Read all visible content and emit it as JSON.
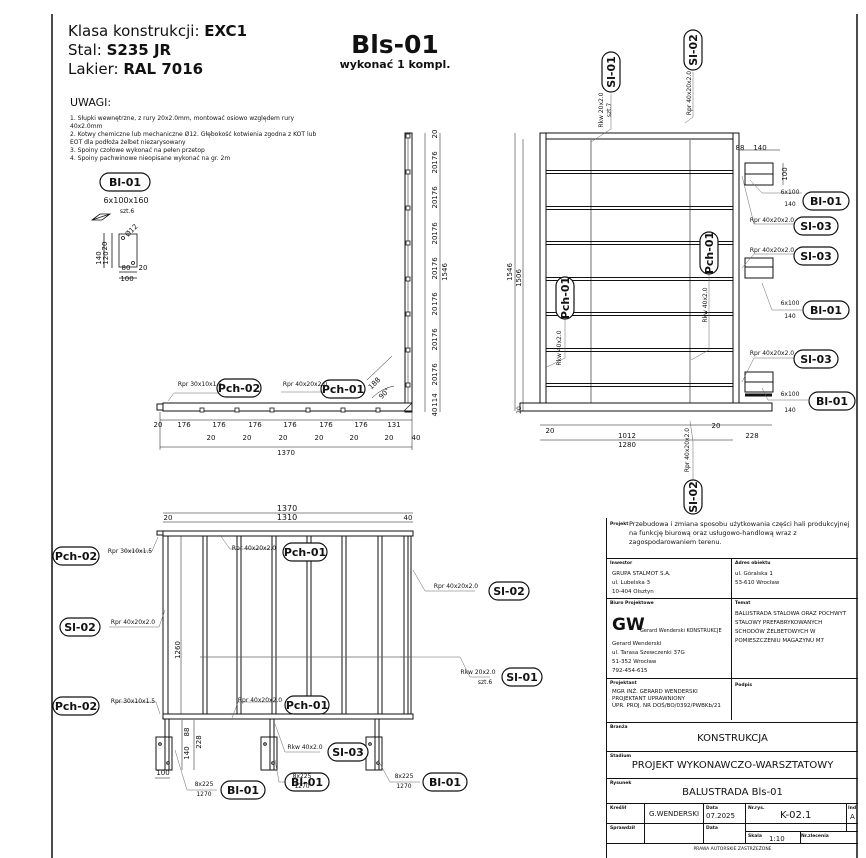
{
  "header": {
    "class_label": "Klasa konstrukcji:",
    "class_value": "EXC1",
    "steel_label": "Stal:",
    "steel_value": "S235 JR",
    "paint_label": "Lakier:",
    "paint_value": "RAL 7016",
    "title": "Bls-01",
    "subtitle": "wykonać 1 kompl."
  },
  "notes": {
    "title": "UWAGI:",
    "items": [
      "1. Słupki wewnętrzne, z rury 20x2.0mm, montować osiowo względem rury 40x2.0mm",
      "2. Kotwy chemiczne lub mechaniczne Ø12. Głębokość kotwienia zgodna z KOT lub EOT dla podłoża żelbet niezarysowany",
      "3. Spoiny czołowe wykonać na pełen przetop",
      "4. Spoiny pachwinowe nieopisane wykonać na gr. 2m"
    ]
  },
  "plate_detail": {
    "tag": "Bl-01",
    "spec": "6x100x160",
    "qty": "szt.6",
    "dims": {
      "top": "20",
      "height": "140",
      "hole_offset": "120",
      "hole": "Ø12",
      "width_a": "80",
      "width_b": "20",
      "width": "100"
    }
  },
  "side_view": {
    "tags": [
      "Pch-02",
      "Pch-01"
    ],
    "profiles": [
      "Rpr 30x10x1.5",
      "Rpr 40x20x2.0"
    ],
    "height_dims": [
      "20",
      "176",
      "20",
      "176",
      "20",
      "176",
      "20",
      "176",
      "20",
      "176",
      "20",
      "176",
      "20",
      "176",
      "20",
      "114",
      "40"
    ],
    "height_total": "1546",
    "length_dims": [
      "20",
      "176",
      "176",
      "176",
      "176",
      "176",
      "176",
      "131"
    ],
    "gap_dims": [
      "20",
      "20",
      "20",
      "20",
      "20",
      "20",
      "40"
    ],
    "length_total": "1370",
    "brace_length": "188",
    "angle": "90°"
  },
  "front_view": {
    "tags": {
      "sl01": "Sl-01",
      "sl02_top": "Sl-02",
      "pch01_mid": "Pch-01",
      "pch01_left": "Pch-01",
      "sl02_bottom": "Sl-02",
      "bl01": [
        "Bl-01",
        "Bl-01",
        "Bl-01"
      ],
      "sl03": [
        "Sl-03",
        "Sl-03",
        "Sl-03"
      ]
    },
    "profiles": {
      "sl01": "Rkw 20x2.0",
      "sl01_qty": "szt.7",
      "sl02_top": "Rpr 40x20x2.0",
      "pch01_mid": "Rkw 40x2.0",
      "pch01_left": "Rkw 40x2.0",
      "sl02_bottom": "Rpr 40x20x2.0",
      "sl03": [
        "Rpr 40x20x2.0",
        "Rpr 40x20x2.0",
        "Rpr 40x20x2.0"
      ],
      "bl01_spec": [
        "6x100",
        "6x100",
        "6x100"
      ],
      "bl01_len": [
        "140",
        "140",
        "140"
      ]
    },
    "dims": {
      "height_total": "1546",
      "height_inner": "1506",
      "base": "20",
      "bottom_left": "20",
      "span": "1012",
      "width_total": "1280",
      "bottom_right": "20",
      "overhang": "228",
      "plate_offset": "88",
      "plate_width": "140",
      "plate_height": "100"
    }
  },
  "plan_view": {
    "tags": {
      "pch02": [
        "Pch-02",
        "Pch-02"
      ],
      "pch01": [
        "Pch-01",
        "Pch-01"
      ],
      "sl02": [
        "Sl-02",
        "Sl-02"
      ],
      "sl01": "Sl-01",
      "sl03": "Sl-03",
      "bl01": [
        "Bl-01",
        "Bl-01",
        "Bl-01"
      ]
    },
    "profiles": {
      "pch02": [
        "Rpr 30x10x1.5",
        "Rpr 30x10x1.5"
      ],
      "pch01": [
        "Rpr 40x20x2.0",
        "Rpr 40x20x2.0"
      ],
      "sl02": [
        "Rpr 40x20x2.0",
        "Rpr 40x20x2.0"
      ],
      "sl01": "Rkw 20x2.0",
      "sl01_qty": "szt.6",
      "sl03": "Rkw 40x2.0",
      "bl01_spec": [
        "8x225",
        "8x225",
        "8x225"
      ],
      "bl01_len": [
        "1270",
        "1270",
        "1270"
      ]
    },
    "dims": {
      "length_total": "1370",
      "length_inner": "1310",
      "left": "20",
      "right": "40",
      "depth": "1260",
      "plate_width": "100",
      "plate_height": "140",
      "offset": "88",
      "depth2": "228"
    }
  },
  "title_block": {
    "project_label": "Projekt",
    "project": "Przebudowa i zmiana sposobu użytkowania części hali produkcyjnej na funkcję biurową oraz usługowo-handlową wraz z zagospodarowaniem terenu.",
    "investor_label": "Inwestor",
    "investor": [
      "GRUPA STALMOT S.A.",
      "ul. Lubelska 3",
      "10-404 Olsztyn"
    ],
    "address_label": "Adres obiektu",
    "address": [
      "ul. Góralska 1",
      "53-610 Wrocław"
    ],
    "office_label": "Biuro Projektowe",
    "office_logo": "GW",
    "office_name": "Gerard Wenderski KONSTRUKCJE",
    "office": [
      "Gerard Wenderski",
      "ul. Tarasa Szewczenki 37G",
      "51-352 Wrocław",
      "792-454-615"
    ],
    "topic_label": "Temat",
    "topic": "BALUSTRADA STALOWA ORAZ POCHWYT STALOWY PREFABRYKOWANYCH SCHODÓW ŻELBETOWYCH W POMIESZCZENIU MAGAZYNU M7",
    "designer_label": "Projektant",
    "designer": [
      "MGR INŻ. GERARD WENDERSKI",
      "PROJEKTANT UPRAWNIONY",
      "UPR. PROJ. NR DOŚ/BO/0392/PWBKb/21"
    ],
    "signature_label": "Podpis",
    "branch_label": "Branża",
    "branch": "KONSTRUKCJA",
    "stage_label": "Stadium",
    "stage": "PROJEKT WYKONAWCZO-WARSZTATOWY",
    "drawing_label": "Rysunek",
    "drawing": "BALUSTRADA Bls-01",
    "drawn_by_label": "Kreślił",
    "drawn_by": "G.WENDERSKI",
    "date_label": "Data",
    "date": "07.2025",
    "number_label": "Nr.rys.",
    "number": "K-02.1",
    "index_label": "Ind",
    "index": "A",
    "checked_label": "Sprawdził",
    "date2_label": "Data",
    "scale_label": "Skala",
    "scale": "1:10",
    "order_label": "Nr.zlecenia",
    "copyright": "PRAWA AUTORSKIE ZASTRZEŻONE"
  }
}
